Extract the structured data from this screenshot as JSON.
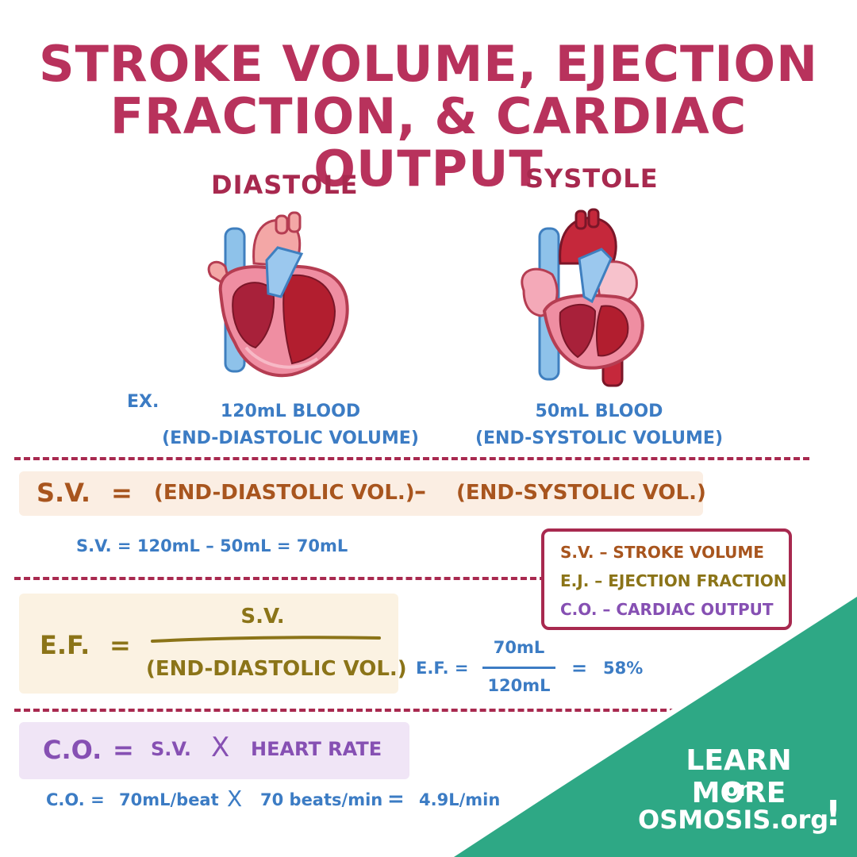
{
  "title": {
    "line1": "STROKE VOLUME, EJECTION",
    "line2": "FRACTION, & CARDIAC OUTPUT"
  },
  "diastole": {
    "label": "DIASTOLE",
    "volume": "120mL BLOOD",
    "volume_name": "(END-DIASTOLIC VOLUME)"
  },
  "systole": {
    "label": "SYSTOLE",
    "volume": "50mL BLOOD",
    "volume_name": "(END-SYSTOLIC VOLUME)"
  },
  "example_label": "EX.",
  "sv": {
    "lhs": "S.V.",
    "eq": "=",
    "term1": "(END-DIASTOLIC VOL.)",
    "op": "–",
    "term2": "(END-SYSTOLIC VOL.)",
    "example": "S.V. = 120mL – 50mL = 70mL"
  },
  "legend": {
    "sv": "S.V. – STROKE VOLUME",
    "ef": "E.J. – EJECTION FRACTION",
    "co": "C.O. – CARDIAC OUTPUT"
  },
  "ef": {
    "lhs": "E.F.",
    "eq": "=",
    "numerator": "S.V.",
    "denominator": "(END-DIASTOLIC VOL.)",
    "example_lhs": "E.F. =",
    "example_num": "70mL",
    "example_den": "120mL",
    "example_eq": "=",
    "example_result": "58%"
  },
  "co": {
    "lhs": "C.O.",
    "eq": "=",
    "term1": "S.V.",
    "op": "X",
    "term2": "HEART RATE",
    "example_lhs": "C.O. =",
    "example_a": "70mL/beat",
    "example_op": "X",
    "example_b": "70 beats/min",
    "example_eq": "=",
    "example_result": "4.9L/min"
  },
  "cta": {
    "line1": "LEARN MORE",
    "line2": "on",
    "brand": "OSMOSIS.org",
    "bang": "!"
  },
  "colors": {
    "title": "#b8325c",
    "blue": "#3c7cc4",
    "sv": "#a8551e",
    "ef": "#8b7418",
    "co": "#8650b3",
    "cta_bg": "#2ea885"
  }
}
